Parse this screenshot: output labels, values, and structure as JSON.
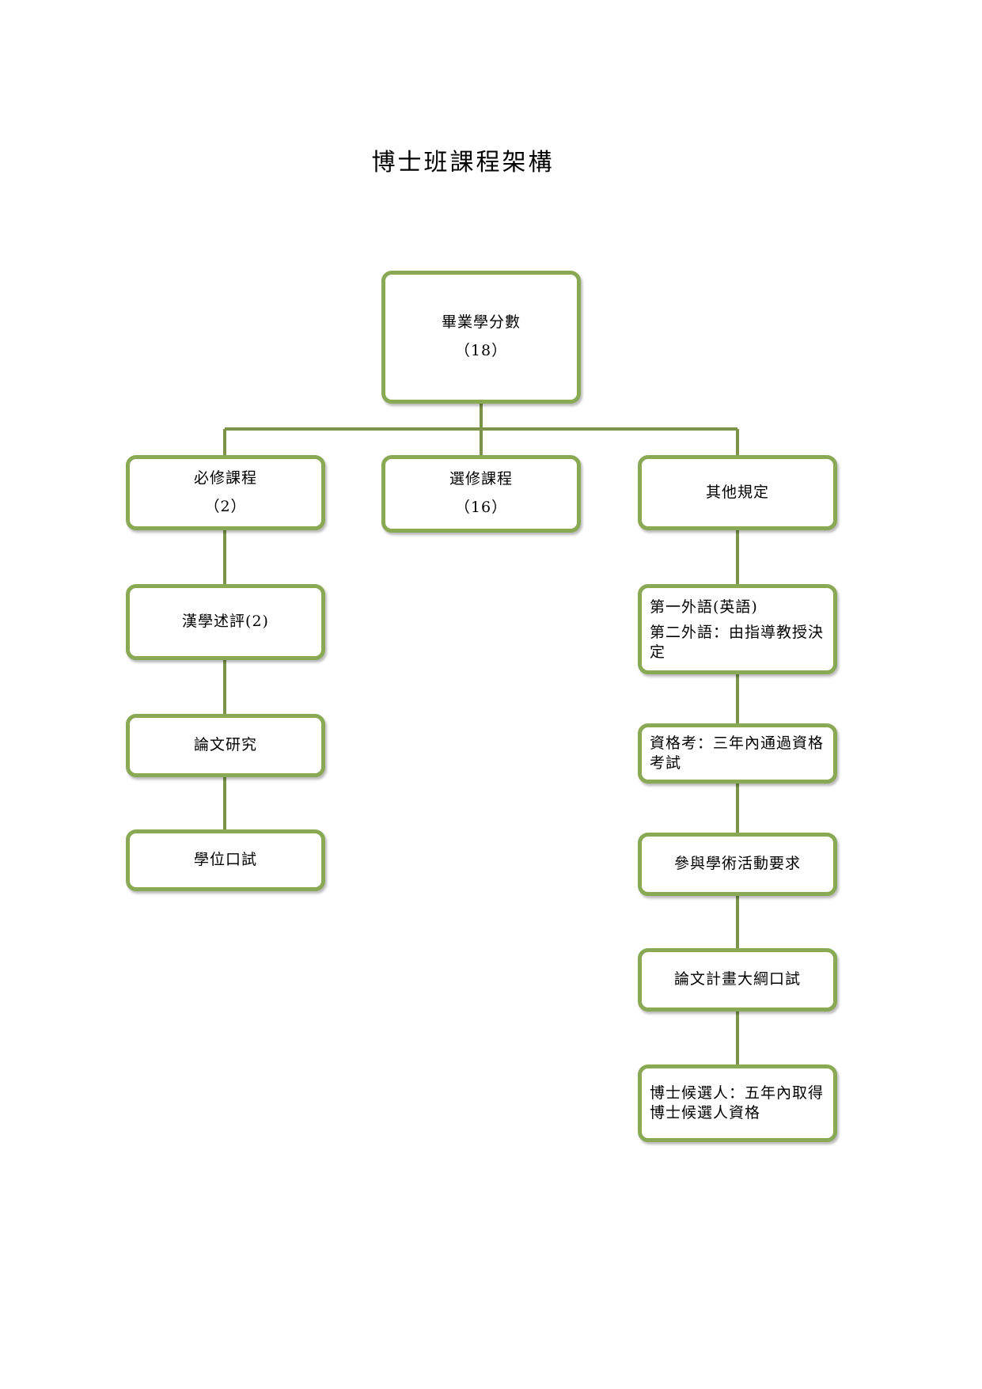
{
  "title": "博士班課程架構",
  "nodes": {
    "root": {
      "label": "畢業學分數",
      "value": "（18）"
    },
    "required": {
      "label": "必修課程",
      "value": "（2）"
    },
    "elective": {
      "label": "選修課程",
      "value": "（16）"
    },
    "other": {
      "label": "其他規定"
    },
    "han": {
      "label": "漢學述評(2)"
    },
    "thesis_research": {
      "label": "論文研究"
    },
    "oral_exam": {
      "label": "學位口試"
    },
    "language": {
      "line1": "第一外語(英語)",
      "line2": "第二外語：由指導教授決定"
    },
    "qualifying": {
      "label": "資格考：三年內通過資格考試"
    },
    "activities": {
      "label": "參與學術活動要求"
    },
    "proposal": {
      "label": "論文計畫大綱口試"
    },
    "candidate": {
      "label": "博士候選人：五年內取得博士候選人資格"
    }
  },
  "colors": {
    "border": "#8aa955",
    "connector": "#7b944a"
  }
}
